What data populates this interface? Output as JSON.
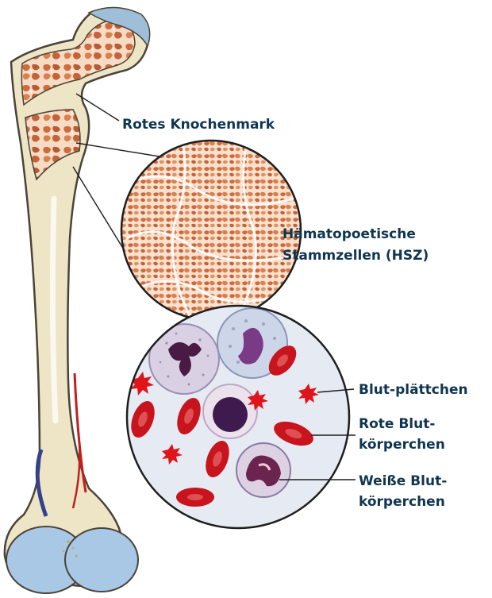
{
  "labels": {
    "red_marrow": "Rotes Knochenmark",
    "hsc_line1": "Hämatopoetische",
    "hsc_line2": "Stammzellen (HSZ)",
    "platelets": "Blut-plättchen",
    "rbc_line1": "Rote Blut-",
    "rbc_line2": "körperchen",
    "wbc_line1": "Weiße Blut-",
    "wbc_line2": "körperchen"
  },
  "colors": {
    "label_text": "#0f3550",
    "bone": "#eee4c6",
    "bone_outline": "#4a4438",
    "marrow": "#d06a3c",
    "marrow_light": "#f3c7a6",
    "cartilage": "#a8c8e6",
    "red_cell": "#c8141d",
    "platelet": "#e0151c",
    "plasma": "#e6eaf2",
    "vein": "#34428c",
    "artery": "#c21f1f"
  }
}
